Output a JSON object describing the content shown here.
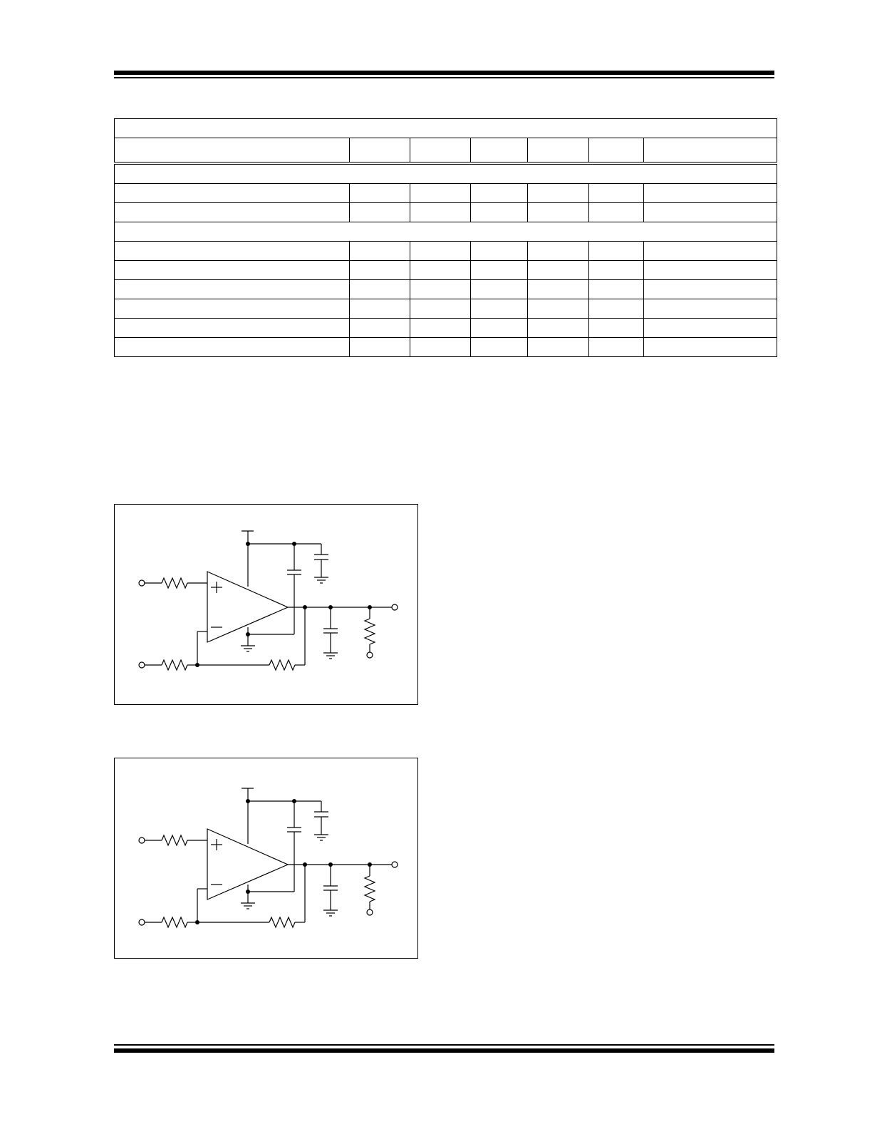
{
  "header": {},
  "table": {
    "columns": 7,
    "rows": [
      {
        "type": "title"
      },
      {
        "type": "header"
      },
      {
        "type": "section"
      },
      {
        "type": "data"
      },
      {
        "type": "data"
      },
      {
        "type": "section"
      },
      {
        "type": "data"
      },
      {
        "type": "data"
      },
      {
        "type": "data"
      },
      {
        "type": "data"
      },
      {
        "type": "data"
      },
      {
        "type": "data"
      }
    ]
  },
  "figures": [
    {
      "kind": "op-amp-test-circuit"
    },
    {
      "kind": "op-amp-test-circuit"
    }
  ],
  "footer": {}
}
